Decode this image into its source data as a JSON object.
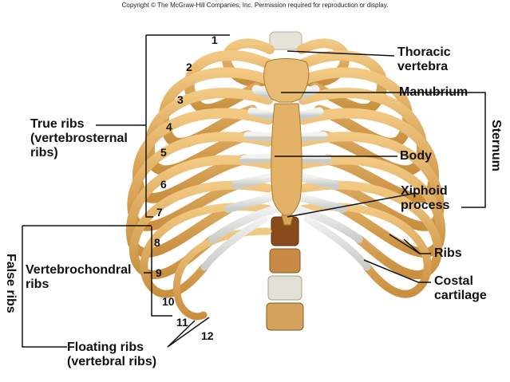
{
  "copyright": "Copyright © The McGraw-Hill Companies, Inc. Permission required for reproduction or display.",
  "labels": {
    "thoracic_vertebra": [
      "Thoracic",
      "vertebra"
    ],
    "manubrium": "Manubrium",
    "body": "Body",
    "xiphoid": [
      "Xiphoid",
      "process"
    ],
    "sternum": "Sternum",
    "ribs": "Ribs",
    "costal_cartilage": [
      "Costal",
      "cartilage"
    ],
    "true_ribs": [
      "True ribs",
      "(vertebrosternal",
      "ribs)"
    ],
    "false_ribs": "False ribs",
    "vertebrochondral": [
      "Vertebrochondral",
      "ribs"
    ],
    "floating": [
      "Floating ribs",
      "(vertebral ribs)"
    ]
  },
  "rib_numbers": [
    "1",
    "2",
    "3",
    "4",
    "5",
    "6",
    "7",
    "8",
    "9",
    "10",
    "11",
    "12"
  ],
  "colors": {
    "bone": "#d9a55a",
    "bone_dark": "#b07a30",
    "cartilage": "#dde0dc",
    "line": "#111111"
  }
}
